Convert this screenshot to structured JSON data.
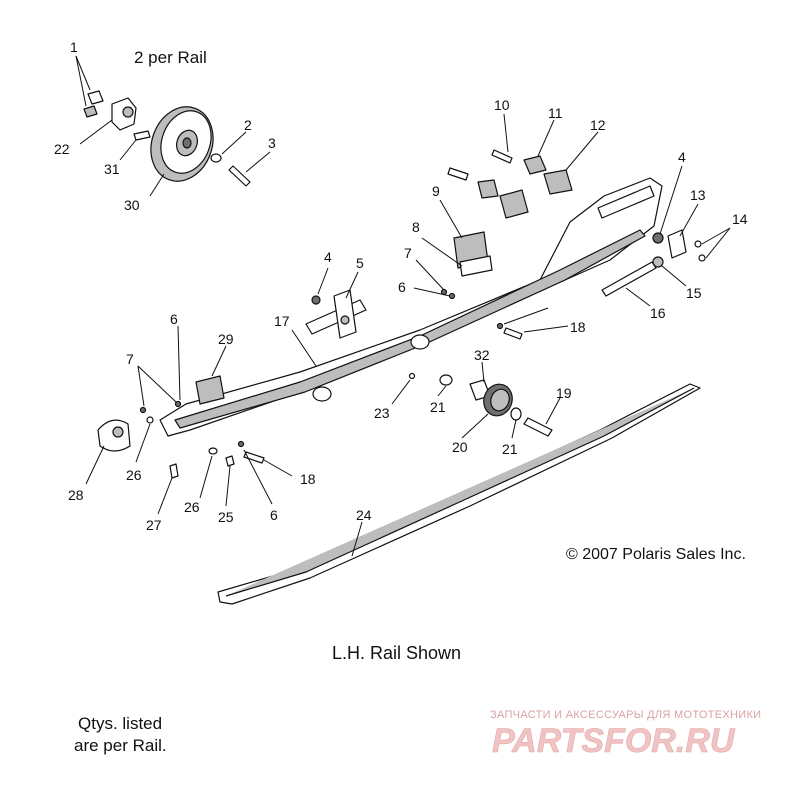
{
  "captions": {
    "per_rail_note": "2 per Rail",
    "copyright": "© 2007 Polaris Sales Inc.",
    "rail_shown": "L.H. Rail Shown",
    "qty_line1": "Qtys. listed",
    "qty_line2": "are per Rail."
  },
  "watermark": {
    "tagline": "ЗАПЧАСТИ И АКСЕССУАРЫ ДЛЯ МОТОТЕХНИКИ",
    "brand": "PARTSFOR.RU"
  },
  "callouts": {
    "c1": "1",
    "c2": "2",
    "c3": "3",
    "c4a": "4",
    "c4b": "4",
    "c5": "5",
    "c6a": "6",
    "c6b": "6",
    "c6c": "6",
    "c7a": "7",
    "c7b": "7",
    "c8": "8",
    "c9": "9",
    "c10": "10",
    "c11": "11",
    "c12": "12",
    "c13": "13",
    "c14": "14",
    "c15": "15",
    "c16": "16",
    "c17": "17",
    "c18a": "18",
    "c18b": "18",
    "c19": "19",
    "c20": "20",
    "c21a": "21",
    "c21b": "21",
    "c22": "22",
    "c23": "23",
    "c24": "24",
    "c25": "25",
    "c26a": "26",
    "c26b": "26",
    "c27": "27",
    "c28": "28",
    "c29": "29",
    "c30": "30",
    "c31": "31",
    "c32": "32"
  },
  "colors": {
    "ink": "#111111",
    "part_fill": "#ffffff",
    "part_shade": "#bdbdbd",
    "part_dark": "#6f6f6f",
    "watermark": "#f0c4c4"
  }
}
